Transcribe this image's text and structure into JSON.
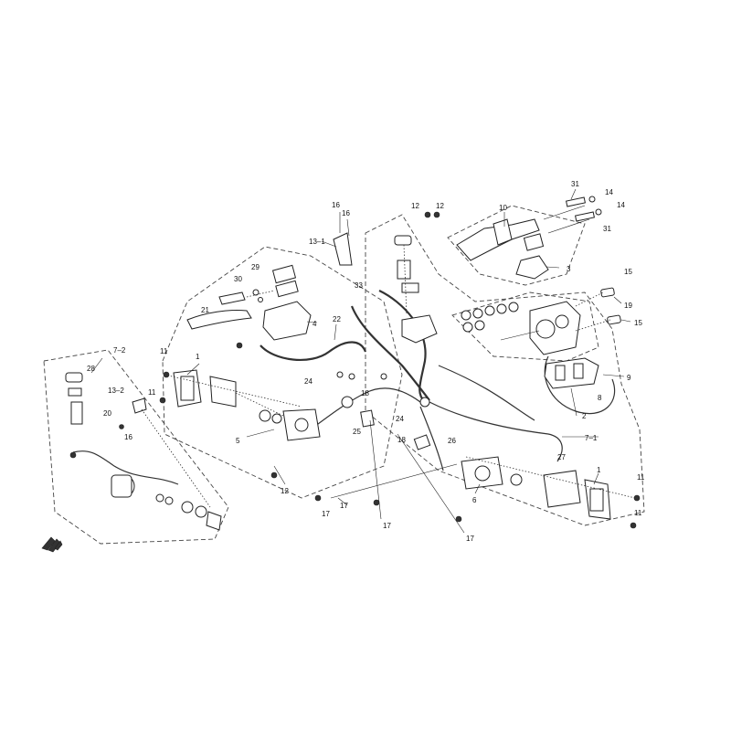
{
  "callouts": [
    {
      "id": "c-16a",
      "text": "16"
    },
    {
      "id": "c-16b",
      "text": "16"
    },
    {
      "id": "c-13-1",
      "text": "13–1"
    },
    {
      "id": "c-12a",
      "text": "12"
    },
    {
      "id": "c-12b",
      "text": "12"
    },
    {
      "id": "c-10",
      "text": "10"
    },
    {
      "id": "c-31a",
      "text": "31"
    },
    {
      "id": "c-14a",
      "text": "14"
    },
    {
      "id": "c-14b",
      "text": "14"
    },
    {
      "id": "c-31b",
      "text": "31"
    },
    {
      "id": "c-3",
      "text": "3"
    },
    {
      "id": "c-15a",
      "text": "15"
    },
    {
      "id": "c-19",
      "text": "19"
    },
    {
      "id": "c-15b",
      "text": "15"
    },
    {
      "id": "c-29",
      "text": "29"
    },
    {
      "id": "c-30",
      "text": "30"
    },
    {
      "id": "c-33",
      "text": "33"
    },
    {
      "id": "c-21",
      "text": "21"
    },
    {
      "id": "c-4",
      "text": "4"
    },
    {
      "id": "c-22",
      "text": "22"
    },
    {
      "id": "c-7-2",
      "text": "7–2"
    },
    {
      "id": "c-11a",
      "text": "11"
    },
    {
      "id": "c-1a",
      "text": "1"
    },
    {
      "id": "c-28",
      "text": "28"
    },
    {
      "id": "c-13-2",
      "text": "13–2"
    },
    {
      "id": "c-11b",
      "text": "11"
    },
    {
      "id": "c-20",
      "text": "20"
    },
    {
      "id": "c-16c",
      "text": "16"
    },
    {
      "id": "c-24a",
      "text": "24"
    },
    {
      "id": "c-18a",
      "text": "18"
    },
    {
      "id": "c-24b",
      "text": "24"
    },
    {
      "id": "c-25",
      "text": "25"
    },
    {
      "id": "c-5",
      "text": "5"
    },
    {
      "id": "c-2",
      "text": "2"
    },
    {
      "id": "c-8",
      "text": "8"
    },
    {
      "id": "c-9",
      "text": "9"
    },
    {
      "id": "c-7-1",
      "text": "7–1"
    },
    {
      "id": "c-27",
      "text": "27"
    },
    {
      "id": "c-18b",
      "text": "18"
    },
    {
      "id": "c-26",
      "text": "26"
    },
    {
      "id": "c-12c",
      "text": "12"
    },
    {
      "id": "c-6",
      "text": "6"
    },
    {
      "id": "c-1b",
      "text": "1"
    },
    {
      "id": "c-11c",
      "text": "11"
    },
    {
      "id": "c-11d",
      "text": "11"
    },
    {
      "id": "c-17a",
      "text": "17"
    },
    {
      "id": "c-17b",
      "text": "17"
    },
    {
      "id": "c-17c",
      "text": "17"
    },
    {
      "id": "c-17d",
      "text": "17"
    }
  ],
  "colors": {
    "line": "#222222",
    "background": "#ffffff"
  }
}
